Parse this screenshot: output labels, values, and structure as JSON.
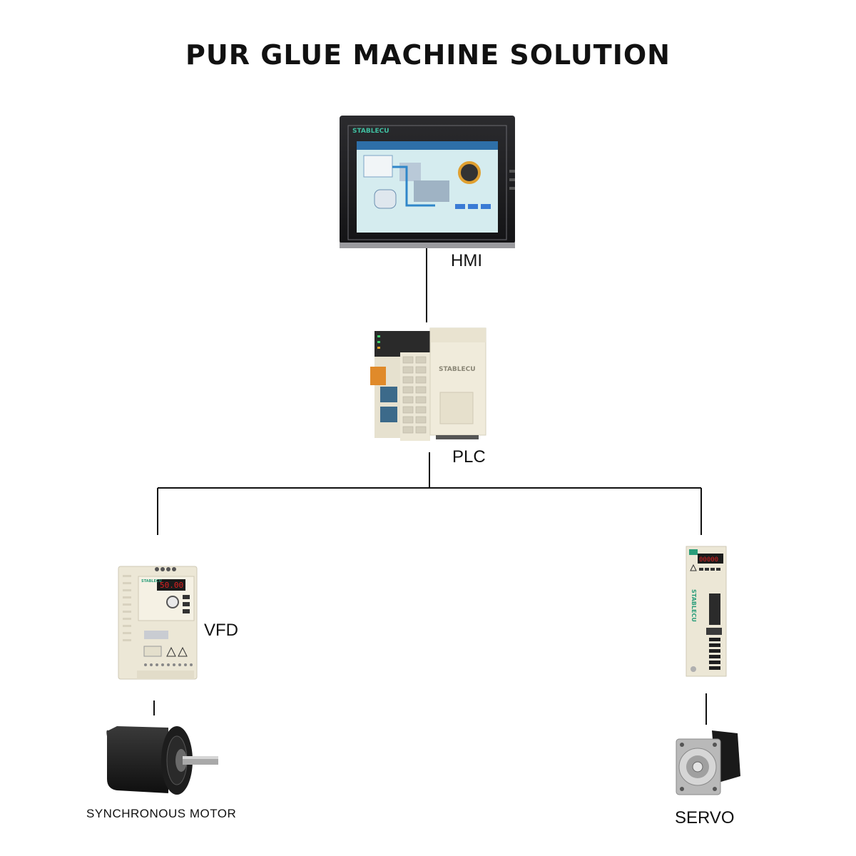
{
  "title": "PUR GLUE MACHINE SOLUTION",
  "brand": "STABLECU",
  "nodes": {
    "hmi": {
      "label": "HMI"
    },
    "plc": {
      "label": "PLC"
    },
    "vfd": {
      "label": "VFD",
      "display": "50.00"
    },
    "servo_drive": {
      "display": "00000"
    },
    "motor": {
      "label": "SYNCHRONOUS MOTOR"
    },
    "servo": {
      "label": "SERVO"
    }
  },
  "colors": {
    "line": "#111111",
    "device_body": "#ece7d6",
    "hmi_bezel": "#1d1d1f",
    "screen_bg": "#d5ecef",
    "led_red": "#e02020",
    "motor_body": "#1a1a1a",
    "brand_green": "#2a9d7a"
  }
}
